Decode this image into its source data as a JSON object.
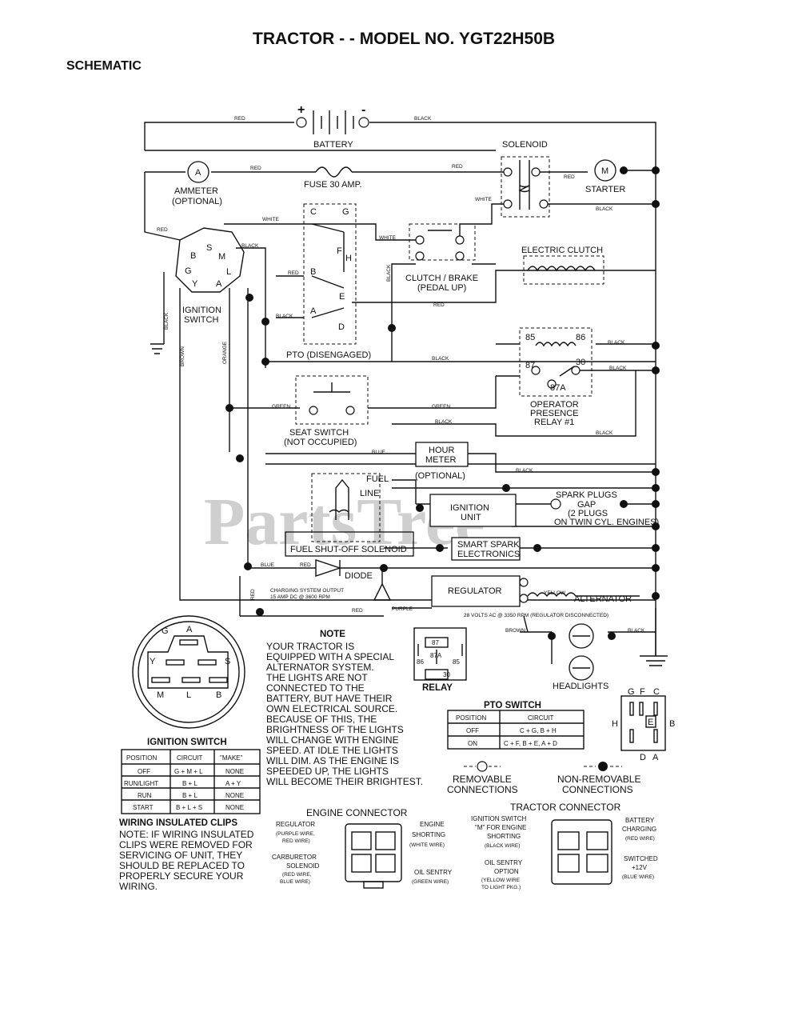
{
  "title": "TRACTOR - - MODEL NO. YGT22H50B",
  "subtitle": "SCHEMATIC",
  "watermark": "PartsTree",
  "components": {
    "battery": "BATTERY",
    "battery_plus": "+",
    "battery_minus": "-",
    "solenoid": "SOLENOID",
    "ammeter": "AMMETER",
    "ammeter_opt": "(OPTIONAL)",
    "ammeter_symbol": "A",
    "fuse": "FUSE 30 AMP.",
    "starter": "STARTER",
    "starter_symbol": "M",
    "ignition_switch": "IGNITION",
    "ignition_switch_2": "SWITCH",
    "electric_clutch": "ELECTRIC CLUTCH",
    "clutch_brake": "CLUTCH / BRAKE",
    "clutch_brake_2": "(PEDAL UP)",
    "pto": "PTO (DISENGAGED)",
    "relay_85": "85",
    "relay_86": "86",
    "relay_87": "87",
    "relay_30": "30",
    "relay_87a": "87A",
    "operator_relay": "OPERATOR",
    "operator_relay_2": "PRESENCE",
    "operator_relay_3": "RELAY #1",
    "seat_switch": "SEAT SWITCH",
    "seat_switch_2": "(NOT OCCUPIED)",
    "hour_meter": "HOUR",
    "hour_meter_2": "METER",
    "hour_meter_opt": "(OPTIONAL)",
    "fuel_line": "FUEL",
    "fuel_line_2": "LINE",
    "fuel_solenoid": "FUEL SHUT-OFF SOLENOID",
    "ignition_unit": "IGNITION",
    "ignition_unit_2": "UNIT",
    "spark_plugs": "SPARK PLUGS",
    "spark_gap": "GAP",
    "spark_plugs_2": "(2 PLUGS",
    "spark_plugs_3": "ON TWIN CYL. ENGINES)",
    "smart_spark": "SMART SPARK",
    "smart_spark_2": "ELECTRONICS",
    "diode": "DIODE",
    "regulator": "REGULATOR",
    "alternator": "ALTERNATOR",
    "charging_note": "CHARGING SYSTEM OUTPUT",
    "charging_note_2": "15 AMP DC @ 3600 RPM",
    "alt_note": "28 VOLTS AC @ 3350 RPM (REGULATOR DISCONNECTED)",
    "headlights": "HEADLIGHTS"
  },
  "switch_terminals": [
    "C",
    "G",
    "F",
    "H",
    "B",
    "E",
    "A",
    "D"
  ],
  "ignition_terminals": [
    "B",
    "S",
    "M",
    "G",
    "L",
    "Y",
    "A"
  ],
  "wire_labels": {
    "red": "RED",
    "black": "BLACK",
    "white": "WHITE",
    "green": "GREEN",
    "blue": "BLUE",
    "purple": "PURPLE",
    "yellow": "YELLOW",
    "brown": "BROWN",
    "orange": "ORANGE"
  },
  "note": {
    "heading": "NOTE",
    "lines": [
      "YOUR TRACTOR IS",
      "EQUIPPED WITH A SPECIAL",
      "ALTERNATOR SYSTEM.",
      "THE LIGHTS ARE NOT",
      "CONNECTED TO THE",
      "BATTERY, BUT HAVE THEIR",
      "OWN ELECTRICAL SOURCE.",
      "BECAUSE OF THIS, THE",
      "BRIGHTNESS OF THE LIGHTS",
      "WILL CHANGE WITH ENGINE",
      "SPEED.  AT IDLE THE LIGHTS",
      "WILL DIM.  AS THE ENGINE IS",
      "SPEEDED UP, THE LIGHTS",
      "WILL BECOME THEIR BRIGHTEST."
    ]
  },
  "relay_legend": {
    "label": "RELAY",
    "pins": [
      "87",
      "87A",
      "86",
      "85",
      "30"
    ]
  },
  "ignition_diagram": {
    "letters": [
      "G",
      "A",
      "Y",
      "S",
      "M",
      "L",
      "B"
    ]
  },
  "ignition_table": {
    "title": "IGNITION SWITCH",
    "headers": [
      "POSITION",
      "CIRCUIT",
      "\"MAKE\""
    ],
    "rows": [
      [
        "OFF",
        "G + M + L",
        "NONE"
      ],
      [
        "RUN/LIGHT",
        "B + L",
        "A + Y"
      ],
      [
        "RUN",
        "B + L",
        "NONE"
      ],
      [
        "START",
        "B + L + S",
        "NONE"
      ]
    ]
  },
  "pto_table": {
    "title": "PTO SWITCH",
    "headers": [
      "POSITION",
      "CIRCUIT"
    ],
    "rows": [
      [
        "OFF",
        "C + G, B + H"
      ],
      [
        "ON",
        "C + F, B + E, A + D"
      ]
    ]
  },
  "pto_diagram": {
    "letters": [
      "G",
      "F",
      "C",
      "H",
      "E",
      "B",
      "D",
      "A"
    ]
  },
  "connections_legend": {
    "removable": "REMOVABLE",
    "removable_2": "CONNECTIONS",
    "nonremovable": "NON-REMOVABLE",
    "nonremovable_2": "CONNECTIONS"
  },
  "clips_note": {
    "heading": "WIRING INSULATED CLIPS",
    "lines": [
      "NOTE: IF WIRING INSULATED",
      "CLIPS WERE REMOVED FOR",
      "SERVICING OF UNIT, THEY",
      "SHOULD BE REPLACED TO",
      "PROPERLY SECURE YOUR",
      "WIRING."
    ]
  },
  "engine_connector": {
    "title": "ENGINE CONNECTOR",
    "regulator": "REGULATOR",
    "regulator_2": "(PURPLE WIRE,",
    "regulator_3": "RED WIRE)",
    "carburetor": "CARBURETOR",
    "carburetor_2": "SOLENOID",
    "carburetor_3": "(RED WIRE,",
    "carburetor_4": "BLUE WIRE)",
    "engine": "ENGINE",
    "engine_2": "SHORTING",
    "engine_3": "(WHITE WIRE)",
    "oil": "OIL SENTRY",
    "oil_2": "(GREEN WIRE)"
  },
  "tractor_connector": {
    "title": "TRACTOR CONNECTOR",
    "ign": "IGNITION SWITCH",
    "ign_2": "\"M\" FOR ENGINE",
    "ign_3": "SHORTING",
    "ign_4": "(BLACK WIRE)",
    "oil": "OIL SENTRY",
    "oil_2": "OPTION",
    "oil_3": "(YELLOW WIRE",
    "oil_4": "TO LIGHT PKG.)",
    "bat": "BATTERY",
    "bat_2": "CHARGING",
    "bat_3": "(RED WIRE)",
    "sw": "SWITCHED",
    "sw_2": "+12V",
    "sw_3": "(BLUE WIRE)"
  }
}
